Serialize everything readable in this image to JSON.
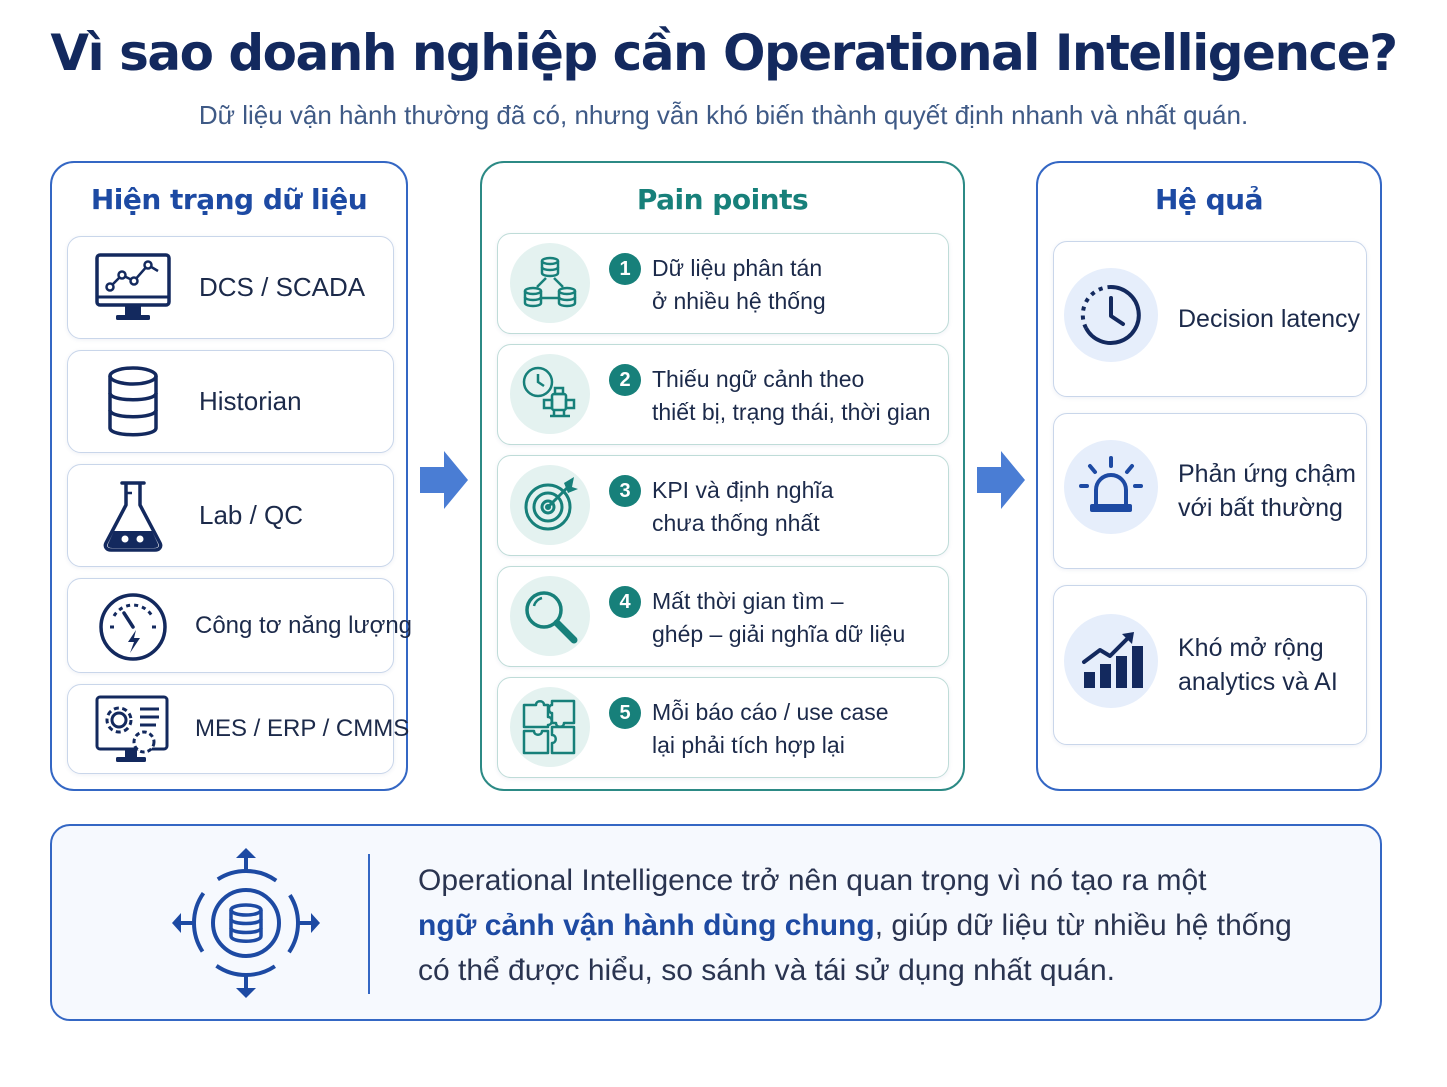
{
  "header": {
    "title": "Vì sao doanh nghiệp cần Operational Intelligence?",
    "subtitle": "Dữ liệu vận hành thường đã có, nhưng vẫn khó biến thành quyết định nhanh và nhất quán."
  },
  "sources": {
    "title": "Hiện trạng dữ liệu",
    "items": [
      {
        "label": "DCS / SCADA",
        "icon": "monitor-chart-icon"
      },
      {
        "label": "Historian",
        "icon": "database-icon"
      },
      {
        "label": "Lab / QC",
        "icon": "flask-icon"
      },
      {
        "label": "Công tơ năng lượng",
        "icon": "energy-meter-icon"
      },
      {
        "label": "MES / ERP / CMMS",
        "icon": "settings-monitor-icon"
      }
    ]
  },
  "pain_points": {
    "title": "Pain points",
    "items": [
      {
        "num": "1",
        "line1": "Dữ liệu phân tán",
        "line2": "ở nhiều hệ thống",
        "icon": "distributed-database-icon"
      },
      {
        "num": "2",
        "line1": "Thiếu ngữ cảnh theo",
        "line2": "thiết bị, trạng thái, thời gian",
        "icon": "clock-equipment-icon"
      },
      {
        "num": "3",
        "line1": "KPI và định nghĩa",
        "line2": "chưa thống nhất",
        "icon": "target-icon"
      },
      {
        "num": "4",
        "line1": "Mất thời gian tìm –",
        "line2": "ghép – giải nghĩa dữ liệu",
        "icon": "magnifier-icon"
      },
      {
        "num": "5",
        "line1": "Mỗi báo cáo / use case",
        "line2": "lại phải tích hợp lại",
        "icon": "puzzle-icon"
      }
    ]
  },
  "consequences": {
    "title": "Hệ quả",
    "items": [
      {
        "line1": "Decision latency",
        "line2": "",
        "icon": "clock-icon"
      },
      {
        "line1": "Phản ứng chậm",
        "line2": "với bất thường",
        "icon": "alarm-icon"
      },
      {
        "line1": "Khó mở rộng",
        "line2": "analytics và AI",
        "icon": "growth-chart-icon"
      }
    ]
  },
  "summary": {
    "line1": "Operational Intelligence trở nên quan trọng vì nó tạo ra một",
    "highlight": "ngữ cảnh vận hành dùng chung",
    "line2_rest": ", giúp dữ liệu từ nhiều hệ thống",
    "line3": "có thể được hiểu, so sánh và tái sử dụng nhất quán.",
    "icon": "central-database-icon"
  },
  "colors": {
    "navy": "#13295e",
    "blue": "#1d4aa3",
    "teal": "#17807a",
    "arrow": "#4a7dd4"
  }
}
